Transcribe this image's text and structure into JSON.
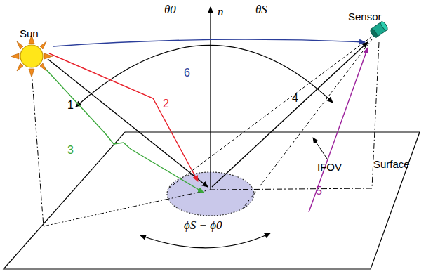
{
  "diagram": {
    "labels": [
      "Sun",
      "Sensor",
      "Surface",
      "θ0",
      "n",
      "θS",
      "1",
      "2",
      "3",
      "4",
      "5",
      "6",
      "IFOV",
      "ϕS − ϕ0"
    ]
  }
}
